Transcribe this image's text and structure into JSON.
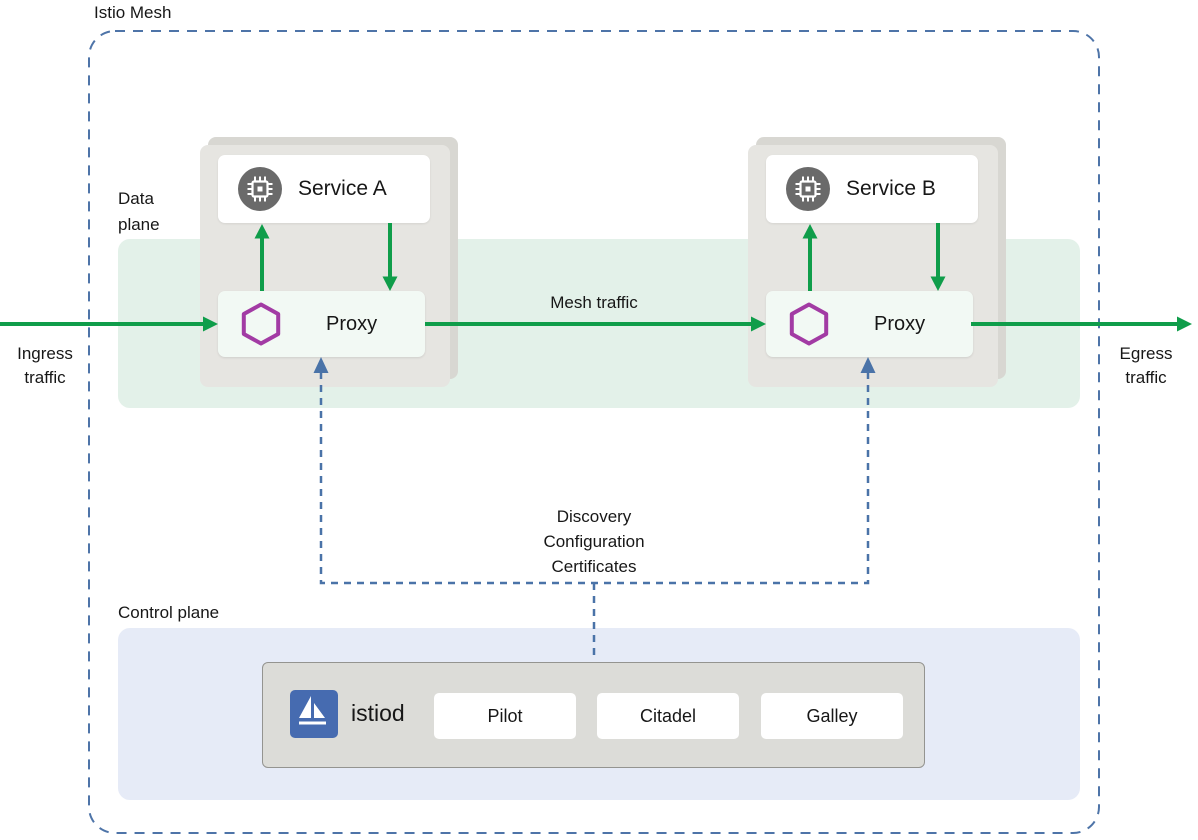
{
  "diagram": {
    "title": "Istio Mesh",
    "data_plane": {
      "label": "Data plane"
    },
    "traffic": {
      "ingress": "Ingress traffic",
      "mesh": "Mesh traffic",
      "egress": "Egress traffic"
    },
    "services": [
      {
        "name": "Service A",
        "proxy": "Proxy",
        "icon": "microchip-icon",
        "proxy_icon": "hexagon-outline-icon"
      },
      {
        "name": "Service B",
        "proxy": "Proxy",
        "icon": "microchip-icon",
        "proxy_icon": "hexagon-outline-icon"
      }
    ],
    "config_flow": {
      "lines": [
        "Discovery",
        "Configuration",
        "Certificates"
      ]
    },
    "control_plane": {
      "label": "Control plane",
      "istiod": "istiod",
      "logo_icon": "istio-sail-logo",
      "components": [
        "Pilot",
        "Citadel",
        "Galley"
      ]
    },
    "colors": {
      "traffic_arrow_green": "#0f9d4a",
      "control_dashed_blue": "#4a73a8",
      "mesh_border_blue": "#4e74a8",
      "data_plane_band": "#e3f1e9",
      "control_plane_band": "#e6ebf7",
      "service_group_gray": "#e6e5e1",
      "proxy_card_green": "#f2f9f4",
      "proxy_hexagon_purple": "#a23ba4",
      "service_icon_gray": "#6a6a6a",
      "istio_logo_blue": "#466bb0",
      "istiod_box_gray": "#dcdcd8"
    }
  }
}
